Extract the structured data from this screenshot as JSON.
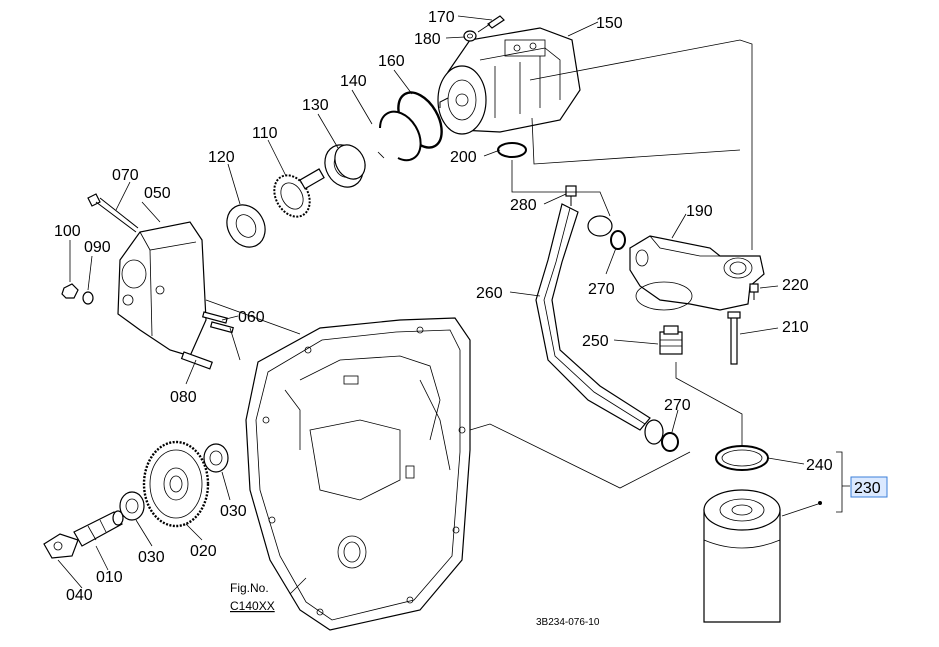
{
  "parts": [
    {
      "id": "p170",
      "label": "170"
    },
    {
      "id": "p180",
      "label": "180"
    },
    {
      "id": "p150",
      "label": "150"
    },
    {
      "id": "p160",
      "label": "160"
    },
    {
      "id": "p140",
      "label": "140"
    },
    {
      "id": "p130",
      "label": "130"
    },
    {
      "id": "p110",
      "label": "110"
    },
    {
      "id": "p120",
      "label": "120"
    },
    {
      "id": "p200",
      "label": "200"
    },
    {
      "id": "p070",
      "label": "070"
    },
    {
      "id": "p050",
      "label": "050"
    },
    {
      "id": "p100",
      "label": "100"
    },
    {
      "id": "p090",
      "label": "090"
    },
    {
      "id": "p060",
      "label": "060"
    },
    {
      "id": "p080",
      "label": "080"
    },
    {
      "id": "p280",
      "label": "280"
    },
    {
      "id": "p190",
      "label": "190"
    },
    {
      "id": "p270a",
      "label": "270"
    },
    {
      "id": "p220",
      "label": "220"
    },
    {
      "id": "p260",
      "label": "260"
    },
    {
      "id": "p210",
      "label": "210"
    },
    {
      "id": "p250",
      "label": "250"
    },
    {
      "id": "p270b",
      "label": "270"
    },
    {
      "id": "p240",
      "label": "240"
    },
    {
      "id": "p230",
      "label": "230",
      "highlighted": true
    },
    {
      "id": "p030a",
      "label": "030"
    },
    {
      "id": "p030b",
      "label": "030"
    },
    {
      "id": "p020",
      "label": "020"
    },
    {
      "id": "p010",
      "label": "010"
    },
    {
      "id": "p040",
      "label": "040"
    }
  ],
  "figure_ref": {
    "line1": "Fig.No.",
    "line2": "C140XX"
  },
  "drawing_code": "3B234-076-10",
  "colors": {
    "highlight_fill": "#dbe9ff",
    "highlight_border": "#3b7fd9",
    "line": "#000000"
  }
}
